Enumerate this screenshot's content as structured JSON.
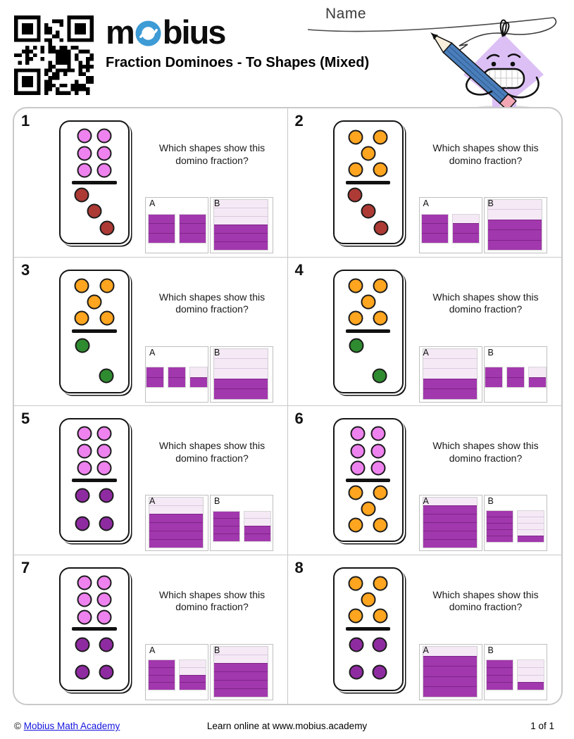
{
  "header": {
    "name_label": "Name",
    "logo": {
      "pre": "m",
      "post": "bius"
    },
    "title": "Fraction Dominoes - To Shapes (Mixed)"
  },
  "question": "Which shapes show this domino fraction?",
  "colors": {
    "bar_filled": "#A238AD",
    "bar_empty": "#F5E9F6",
    "logo_blue": "#3D9BD5",
    "dot_violet": "#EE82EE",
    "dot_orange": "#FFA51F",
    "dot_brick": "#AD3A35",
    "dot_green": "#2F8B30",
    "dot_purple": "#8F2BA1"
  },
  "problems": [
    {
      "number": "1",
      "domino": {
        "top": {
          "count": 6,
          "color": "#EE82EE"
        },
        "bottom": {
          "count": 3,
          "color": "#AD3A35"
        }
      },
      "options": [
        {
          "label": "A",
          "type": "multi",
          "rows": 3,
          "boxes": [
            3,
            3
          ]
        },
        {
          "label": "B",
          "type": "single",
          "rows": 6,
          "filled": 3
        }
      ]
    },
    {
      "number": "2",
      "domino": {
        "top": {
          "count": 5,
          "color": "#FFA51F"
        },
        "bottom": {
          "count": 3,
          "color": "#AD3A35"
        }
      },
      "options": [
        {
          "label": "A",
          "type": "multi",
          "rows": 3,
          "boxes": [
            3,
            2
          ]
        },
        {
          "label": "B",
          "type": "single",
          "rows": 5,
          "filled": 3
        }
      ]
    },
    {
      "number": "3",
      "domino": {
        "top": {
          "count": 5,
          "color": "#FFA51F"
        },
        "bottom": {
          "count": 2,
          "color": "#2F8B30"
        }
      },
      "options": [
        {
          "label": "A",
          "type": "multi",
          "rows": 2,
          "boxes": [
            2,
            2,
            1
          ]
        },
        {
          "label": "B",
          "type": "single",
          "rows": 5,
          "filled": 2
        }
      ]
    },
    {
      "number": "4",
      "domino": {
        "top": {
          "count": 5,
          "color": "#FFA51F"
        },
        "bottom": {
          "count": 2,
          "color": "#2F8B30"
        }
      },
      "options": [
        {
          "label": "A",
          "type": "single",
          "rows": 5,
          "filled": 2
        },
        {
          "label": "B",
          "type": "multi",
          "rows": 2,
          "boxes": [
            2,
            2,
            1
          ]
        }
      ]
    },
    {
      "number": "5",
      "domino": {
        "top": {
          "count": 6,
          "color": "#EE82EE"
        },
        "bottom": {
          "count": 4,
          "color": "#8F2BA1"
        }
      },
      "options": [
        {
          "label": "A",
          "type": "single",
          "rows": 6,
          "filled": 4
        },
        {
          "label": "B",
          "type": "multi",
          "rows": 4,
          "boxes": [
            4,
            2
          ]
        }
      ]
    },
    {
      "number": "6",
      "domino": {
        "top": {
          "count": 6,
          "color": "#EE82EE"
        },
        "bottom": {
          "count": 5,
          "color": "#FFA51F"
        }
      },
      "options": [
        {
          "label": "A",
          "type": "single",
          "rows": 6,
          "filled": 5
        },
        {
          "label": "B",
          "type": "multi",
          "rows": 5,
          "boxes": [
            5,
            1
          ]
        }
      ]
    },
    {
      "number": "7",
      "domino": {
        "top": {
          "count": 6,
          "color": "#EE82EE"
        },
        "bottom": {
          "count": 4,
          "color": "#8F2BA1"
        }
      },
      "options": [
        {
          "label": "A",
          "type": "multi",
          "rows": 4,
          "boxes": [
            4,
            2
          ]
        },
        {
          "label": "B",
          "type": "single",
          "rows": 6,
          "filled": 4
        }
      ]
    },
    {
      "number": "8",
      "domino": {
        "top": {
          "count": 5,
          "color": "#FFA51F"
        },
        "bottom": {
          "count": 4,
          "color": "#8F2BA1"
        }
      },
      "options": [
        {
          "label": "A",
          "type": "single",
          "rows": 5,
          "filled": 4
        },
        {
          "label": "B",
          "type": "multi",
          "rows": 4,
          "boxes": [
            4,
            1
          ]
        }
      ]
    }
  ],
  "footer": {
    "copyright": "©",
    "link": "Mobius Math Academy",
    "center": "Learn online at www.mobius.academy",
    "page": "1 of 1"
  }
}
